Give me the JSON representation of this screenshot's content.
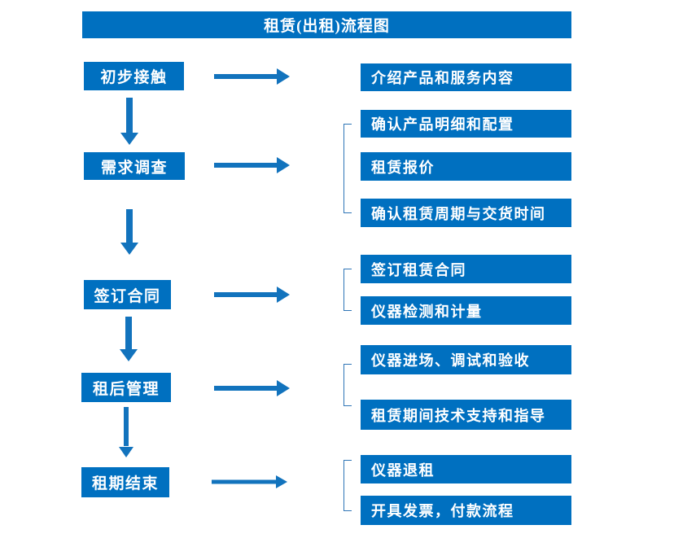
{
  "title": "租赁(出租)流程图",
  "diagram": {
    "type": "flowchart",
    "colors": {
      "box_fill": "#0070c0",
      "arrow": "#1273bd",
      "bracket": "#2e75b6",
      "text": "#ffffff",
      "background": "#ffffff"
    },
    "flow": [
      {
        "step": "初步接触",
        "details": [
          "介绍产品和服务内容"
        ]
      },
      {
        "step": "需求调查",
        "details": [
          "确认产品明细和配置",
          "租赁报价",
          "确认租赁周期与交货时间"
        ]
      },
      {
        "step": "签订合同",
        "details": [
          "签订租赁合同",
          "仪器检测和计量"
        ]
      },
      {
        "step": "租后管理",
        "details": [
          "仪器进场、调试和验收",
          "租赁期间技术支持和指导"
        ]
      },
      {
        "step": "租期结束",
        "details": [
          "仪器退租",
          "开具发票，付款流程"
        ]
      }
    ]
  }
}
